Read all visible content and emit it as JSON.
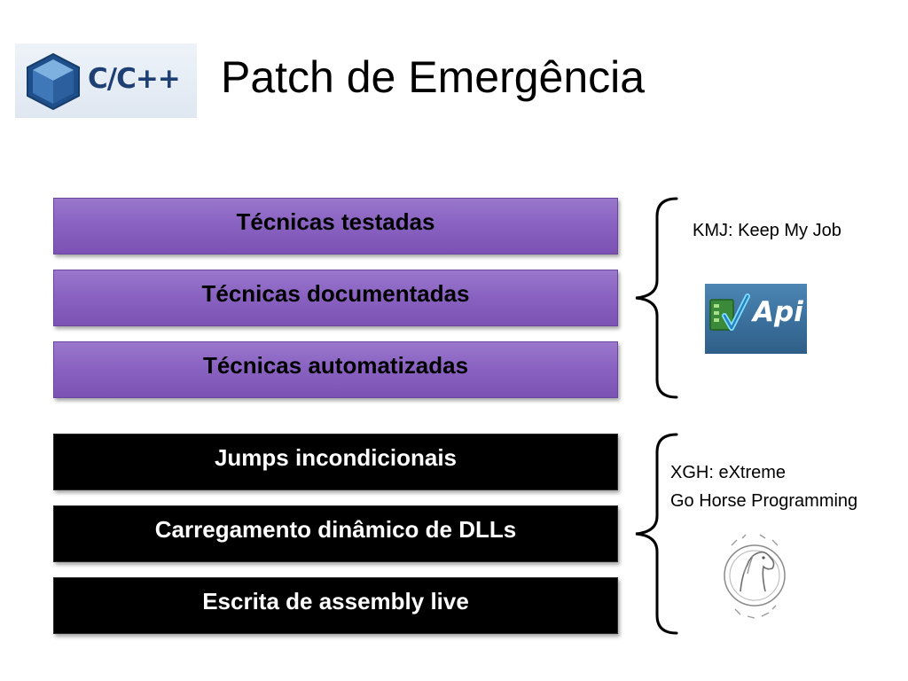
{
  "slide": {
    "title": "Patch de Emergência",
    "logo_text": "C/C++"
  },
  "group_kmj": {
    "boxes": [
      "Técnicas testadas",
      "Técnicas documentadas",
      "Técnicas automatizadas"
    ],
    "note_line1": "KMJ: Keep My Job",
    "image_text": "Api"
  },
  "group_xgh": {
    "boxes": [
      "Jumps incondicionais",
      "Carregamento dinâmico de DLLs",
      "Escrita de assembly live"
    ],
    "note_line1": "XGH: eXtreme",
    "note_line2": "Go Horse Programming"
  },
  "colors": {
    "purple_box": "#8a63c2",
    "black_box": "#000000",
    "logo_text": "#1d3f73"
  },
  "icons": [
    "cube-logo-icon",
    "api-icon",
    "go-horse-logo-icon"
  ]
}
